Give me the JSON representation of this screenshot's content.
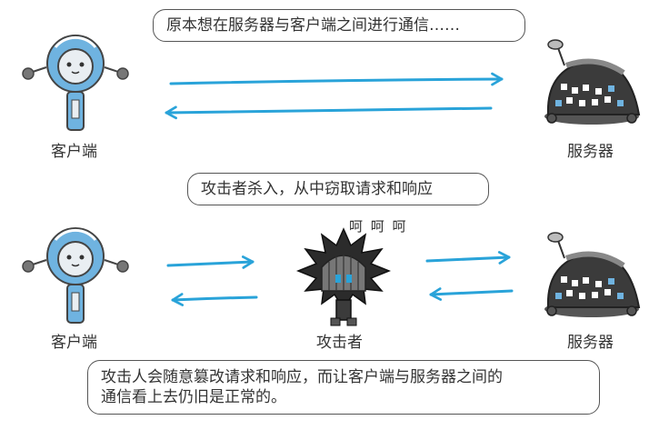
{
  "top_scene": {
    "bubble": "原本想在服务器与客户端之间进行通信……",
    "client_label": "客户端",
    "server_label": "服务器"
  },
  "middle": {
    "bubble": "攻击者杀入，从中窃取请求和响应",
    "laugh": "呵 呵 呵"
  },
  "bottom_scene": {
    "client_label": "客户端",
    "attacker_label": "攻击者",
    "server_label": "服务器"
  },
  "caption": {
    "line1": "攻击人会随意篡改请求和响应，而让客户端与服务器之间的",
    "line2": "通信看上去仍旧是正常的。"
  },
  "colors": {
    "arrow": "#29a3d9",
    "robot_body": "#6fb3e0",
    "server_body": "#3b3b3b"
  }
}
